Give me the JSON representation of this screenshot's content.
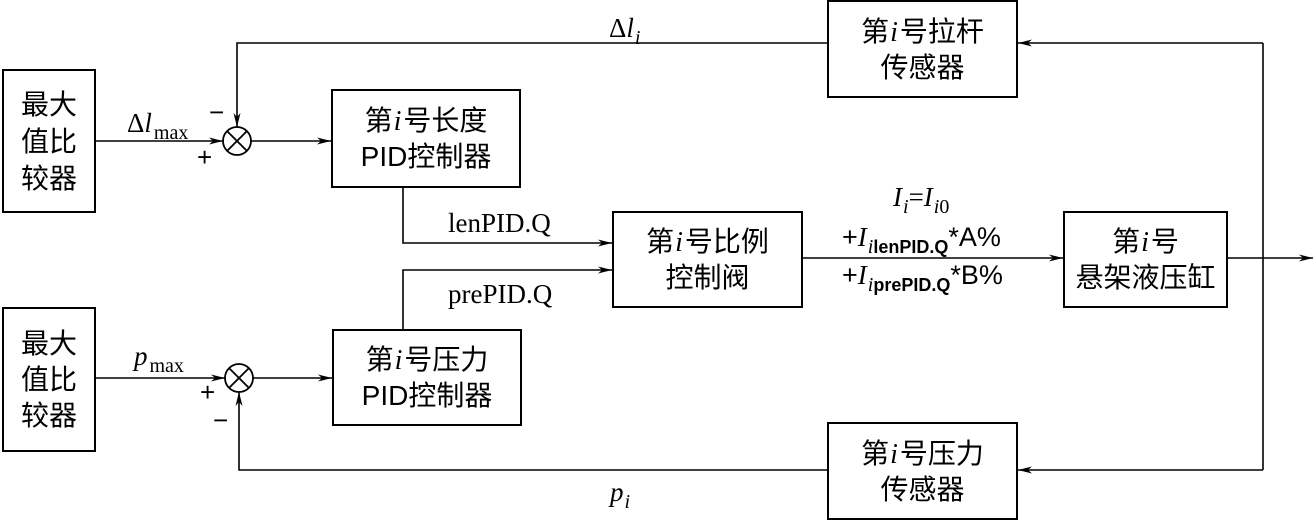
{
  "colors": {
    "ink": "#000000",
    "background": "#ffffff"
  },
  "blocks": {
    "max_comparator_length": {
      "lines": [
        "最大",
        "值比",
        "较器"
      ]
    },
    "max_comparator_pressure": {
      "lines": [
        "最大",
        "值比",
        "较器"
      ]
    },
    "length_pid": {
      "line1": {
        "pre": "第",
        "var": "i",
        "post": "号长度"
      },
      "line2": "PID控制器"
    },
    "pressure_pid": {
      "line1": {
        "pre": "第",
        "var": "i",
        "post": "号压力"
      },
      "line2": "PID控制器"
    },
    "proportional_valve": {
      "line1": {
        "pre": "第",
        "var": "i",
        "post": "号比例"
      },
      "line2": "控制阀"
    },
    "hydraulic_cylinder": {
      "line1": {
        "pre": "第",
        "var": "i",
        "post": "号"
      },
      "line2": "悬架液压缸"
    },
    "tie_rod_sensor": {
      "line1": {
        "pre": "第",
        "var": "i",
        "post": "号拉杆"
      },
      "line2": "传感器"
    },
    "pressure_sensor": {
      "line1": {
        "pre": "第",
        "var": "i",
        "post": "号压力"
      },
      "line2": "传感器"
    }
  },
  "signals": {
    "delta_l_max": {
      "prefix": "Δ",
      "var": "l",
      "sub": "max"
    },
    "delta_l_i": {
      "prefix": "Δ",
      "var": "l",
      "sub": "i"
    },
    "p_max": {
      "var": "p",
      "sub": "max"
    },
    "p_i": {
      "var": "p",
      "sub": "i"
    },
    "len_pid_q": "lenPID.Q",
    "pre_pid_q": "prePID.Q",
    "valve_current": {
      "base": {
        "var": "I",
        "sub": "i",
        "eq": "=",
        "var2": "I",
        "sub2_var": "i",
        "sub2_num": "0"
      },
      "len_term": {
        "plus": "+",
        "var": "I",
        "sub_var": "i",
        "sub_text": "lenPID.Q",
        "tail": "*A%"
      },
      "pre_term": {
        "plus": "+",
        "var": "I",
        "sub_var": "i",
        "sub_text": "prePID.Q",
        "tail": "*B%"
      }
    }
  },
  "junctions": {
    "length_sum": {
      "feedback_sign": "−",
      "reference_sign": "+"
    },
    "pressure_sum": {
      "reference_sign": "+",
      "feedback_sign": "−"
    }
  }
}
